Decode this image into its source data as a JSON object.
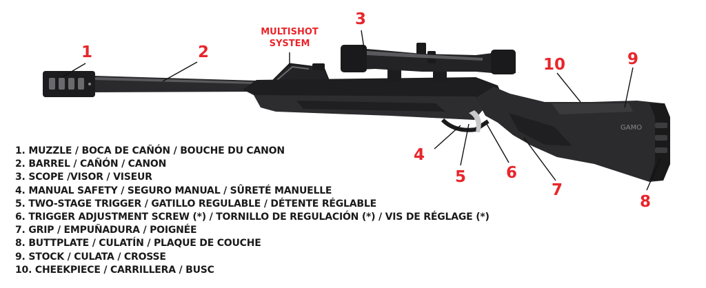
{
  "colors": {
    "accent": "#e8262b",
    "text": "#1a1a1a",
    "rifle": "#2b2b2d",
    "rifle_dark": "#161617",
    "rifle_light": "#4a4a4d",
    "trigger": "#c9c9c9"
  },
  "callouts": [
    {
      "id": "1",
      "label": "1"
    },
    {
      "id": "2",
      "label": "2"
    },
    {
      "id": "3",
      "label": "3"
    },
    {
      "id": "4",
      "label": "4"
    },
    {
      "id": "5",
      "label": "5"
    },
    {
      "id": "6",
      "label": "6"
    },
    {
      "id": "7",
      "label": "7"
    },
    {
      "id": "8",
      "label": "8"
    },
    {
      "id": "9",
      "label": "9"
    },
    {
      "id": "10",
      "label": "10"
    }
  ],
  "multishot": {
    "line1": "MULTISHOT",
    "line2": "SYSTEM"
  },
  "brand_mark": "GAMO",
  "legend": [
    "1. MUZZLE / BOCA DE CAÑÓN / BOUCHE DU CANON",
    "2. BARREL / CAÑÓN / CANON",
    "3. SCOPE /VISOR / VISEUR",
    "4. MANUAL SAFETY / SEGURO MANUAL / SÛRETÉ MANUELLE",
    "5. TWO-STAGE TRIGGER / GATILLO REGULABLE / DÉTENTE RÉGLABLE",
    "6. TRIGGER ADJUSTMENT SCREW (*) / TORNILLO DE REGULACIÓN (*) / VIS DE RÉGLAGE (*)",
    "7. GRIP / EMPUÑADURA / POIGNÉE",
    "8. BUTTPLATE / CULATÍN / PLAQUE DE COUCHE",
    "9. STOCK / CULATA / CROSSE",
    "10. CHEEKPIECE / CARRILLERA / BUSC"
  ]
}
